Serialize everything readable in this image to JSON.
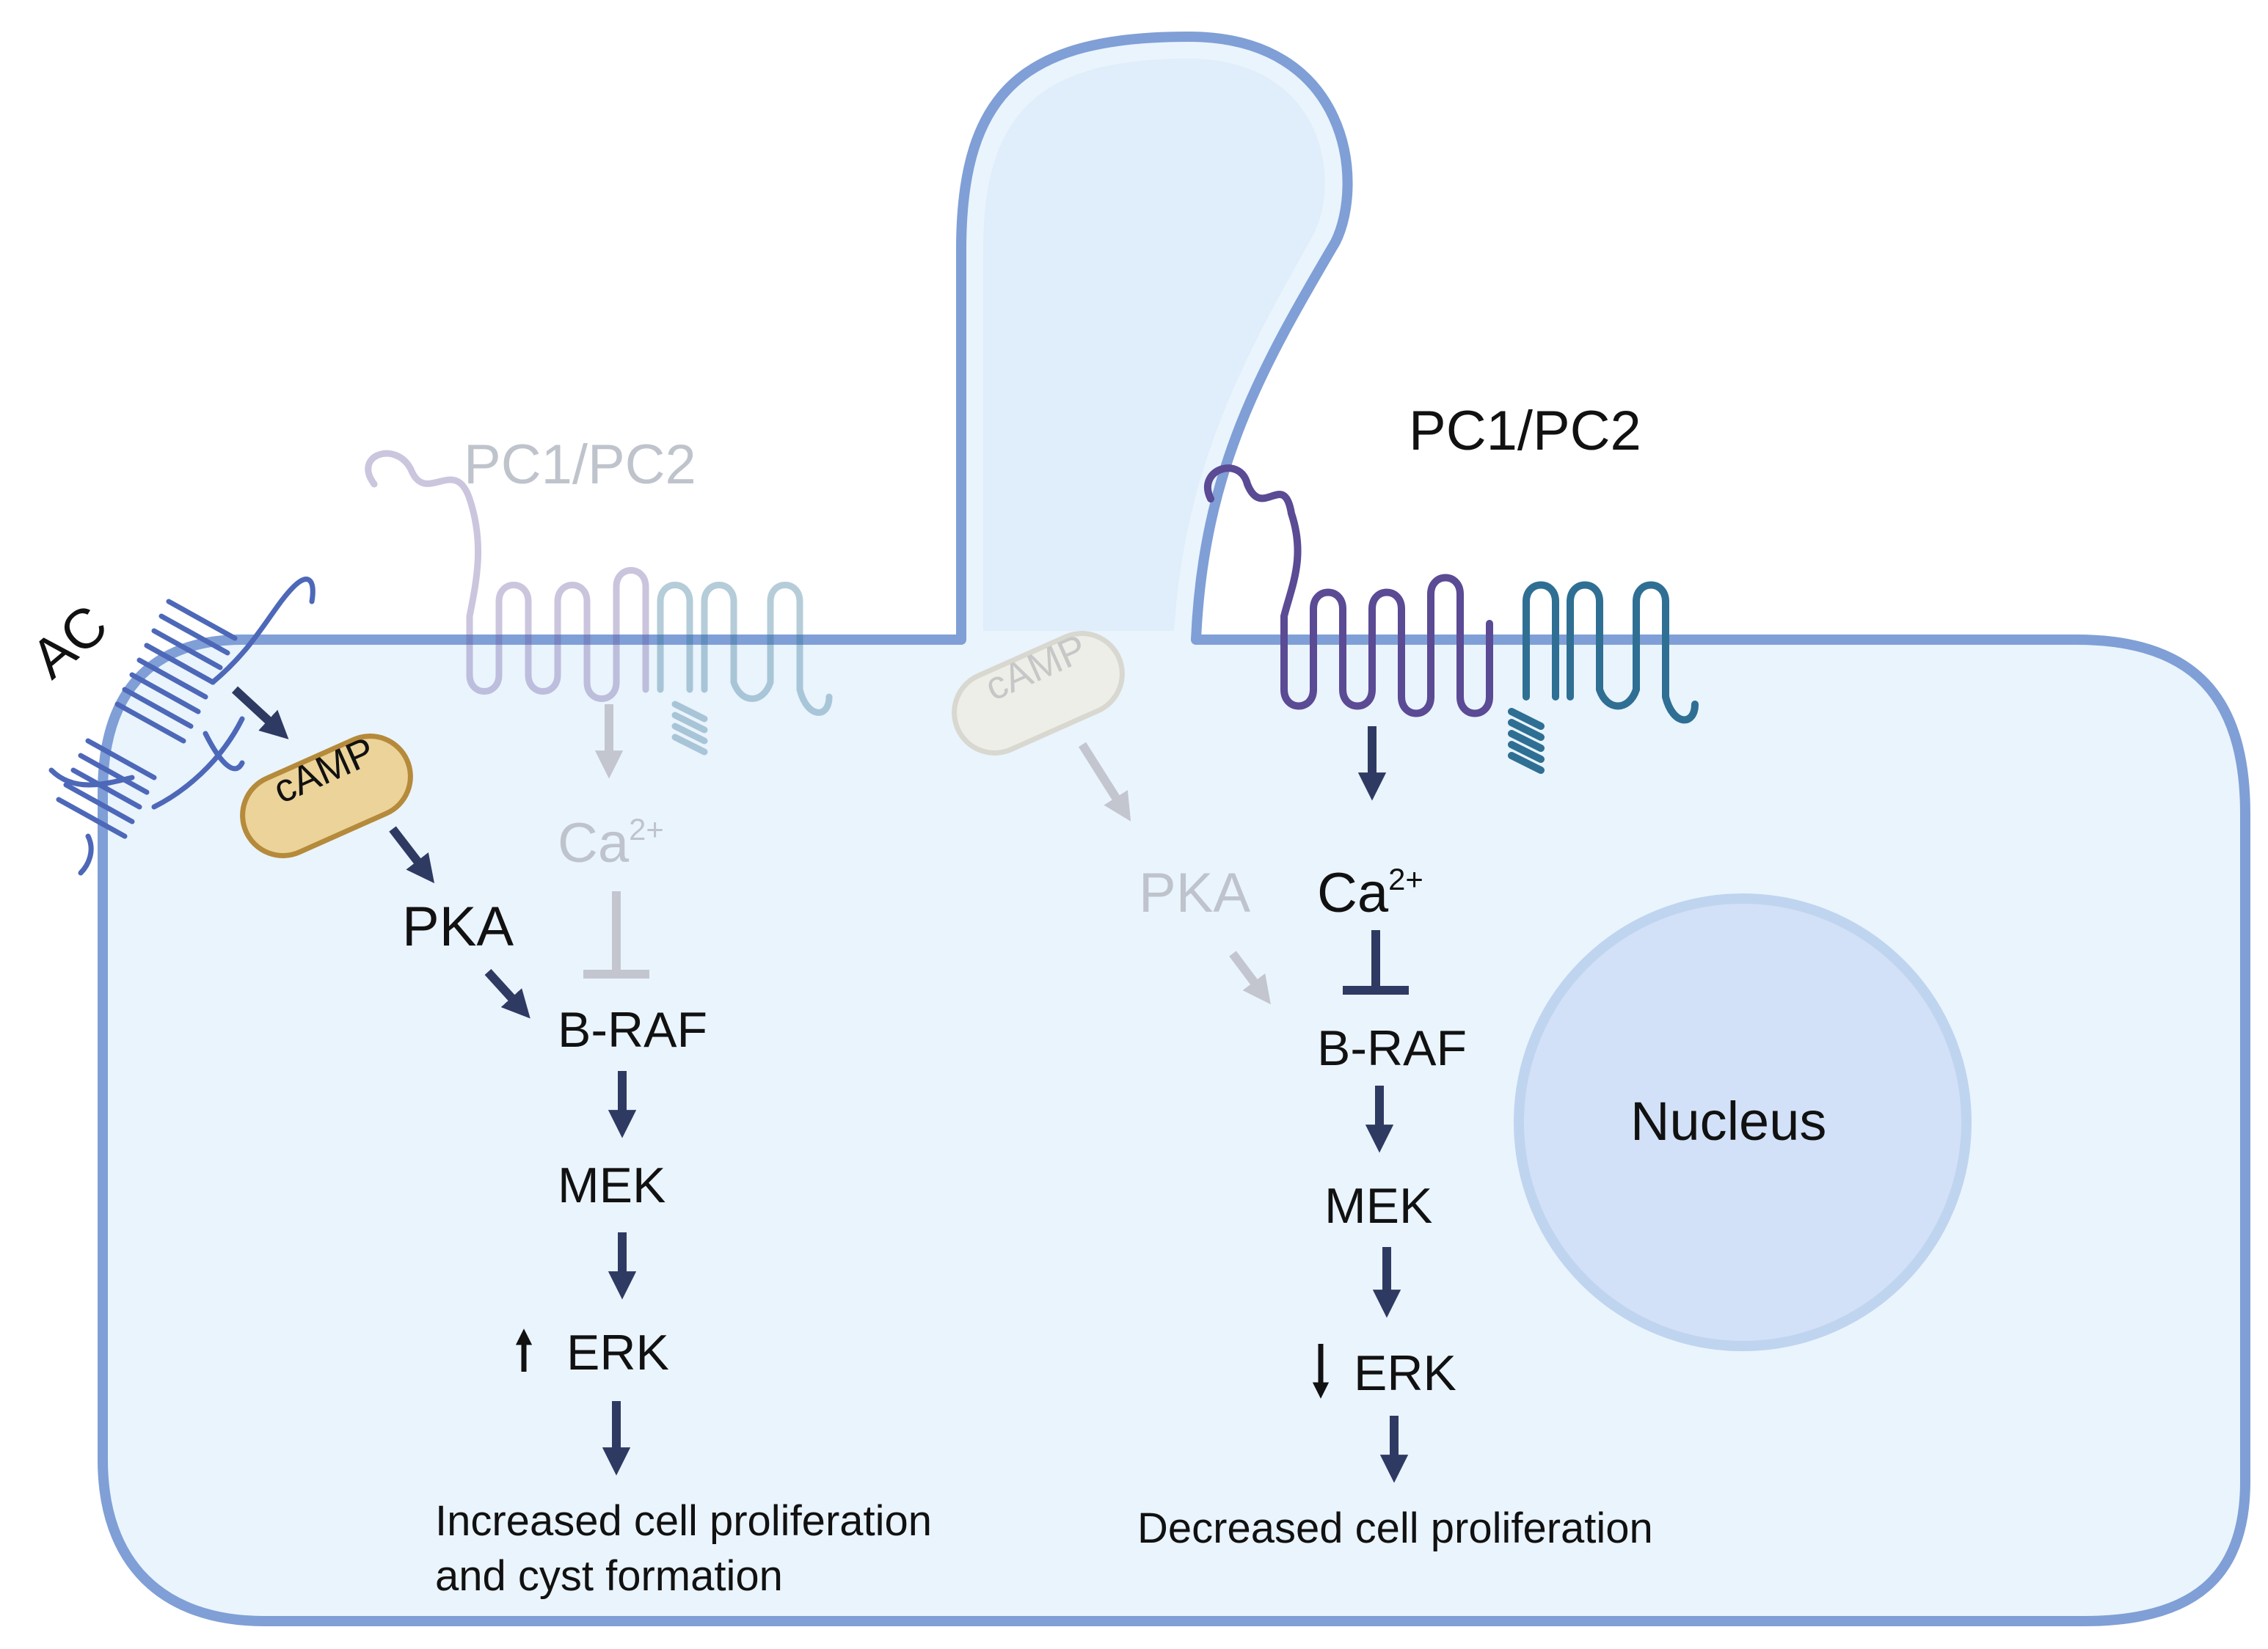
{
  "colors": {
    "cell_fill": "#eaf4fd",
    "cell_stroke": "#7f9fd6",
    "nucleus_fill": "#d2e1f7",
    "arrow": "#2f3a63",
    "faded": "#c3c6cf",
    "camp_fill": "#ecd39a",
    "camp_stroke": "#b58a3a",
    "pc1": "#5b4a94",
    "pc2": "#2f6f93",
    "ac": "#4d68b8"
  },
  "labels": {
    "ac": "AC",
    "pc_faded": "PC1/PC2",
    "pc_active": "PC1/PC2",
    "nucleus": "Nucleus"
  },
  "left_pathway": {
    "camp": "cAMP",
    "pka": "PKA",
    "ca": "Ca",
    "ca_sup": "2+",
    "braf": "B-RAF",
    "mek": "MEK",
    "erk": "ERK",
    "erk_change": "↑",
    "outcome_line1": "Increased cell proliferation",
    "outcome_line2": "and cyst formation"
  },
  "right_pathway": {
    "camp": "cAMP",
    "pka": "PKA",
    "ca": "Ca",
    "ca_sup": "2+",
    "braf": "B-RAF",
    "mek": "MEK",
    "erk": "ERK",
    "erk_change": "↓",
    "outcome": "Decreased cell proliferation"
  }
}
